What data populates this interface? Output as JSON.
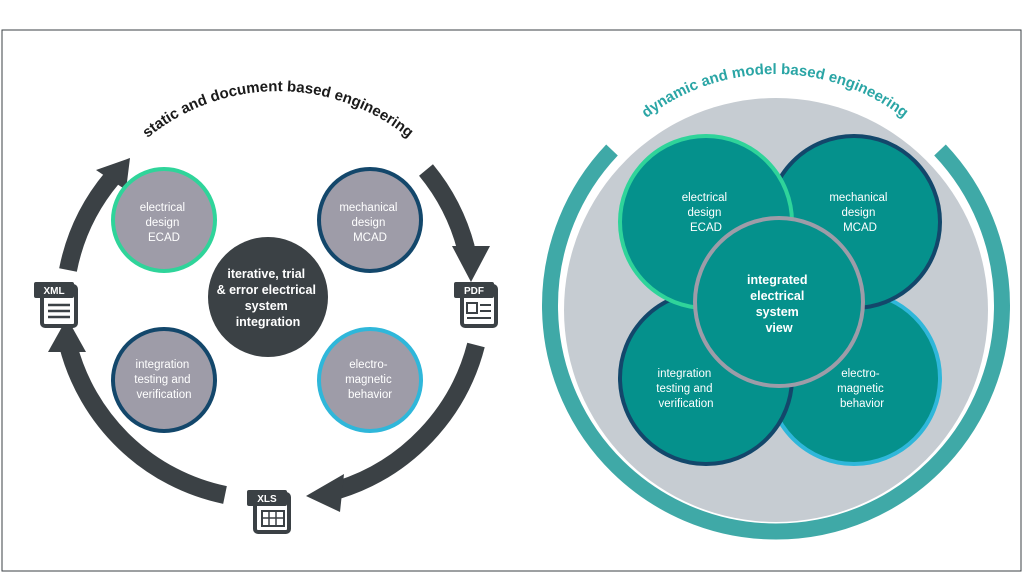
{
  "left": {
    "title": "static and document based engineering",
    "center": [
      "iterative, trial",
      "& error electrical",
      "system",
      "integration"
    ],
    "circles": {
      "ecad": [
        "electrical",
        "design",
        "ECAD"
      ],
      "mcad": [
        "mechanical",
        "design",
        "MCAD"
      ],
      "testing": [
        "integration",
        "testing and",
        "verification"
      ],
      "em": [
        "electro-",
        "magnetic",
        "behavior"
      ]
    },
    "docs": {
      "xml": "XML",
      "pdf": "PDF",
      "xls": "XLS"
    }
  },
  "right": {
    "title": "dynamic and model based engineering",
    "center": [
      "integrated",
      "electrical",
      "system",
      "view"
    ],
    "circles": {
      "ecad": [
        "electrical",
        "design",
        "ECAD"
      ],
      "mcad": [
        "mechanical",
        "design",
        "MCAD"
      ],
      "testing": [
        "integration",
        "testing and",
        "verification"
      ],
      "em": [
        "electro-",
        "magnetic",
        "behavior"
      ]
    }
  },
  "colors": {
    "dark_gray": "#3b4145",
    "circle_gray": "#9e9ca8",
    "teal": "#05918c",
    "teal_ring": "#3fa9a7",
    "bg_disc": "#c6ccd2",
    "green_outline": "#2fd49a",
    "navy_outline": "#13476b",
    "cyan_outline": "#2fb7da"
  }
}
